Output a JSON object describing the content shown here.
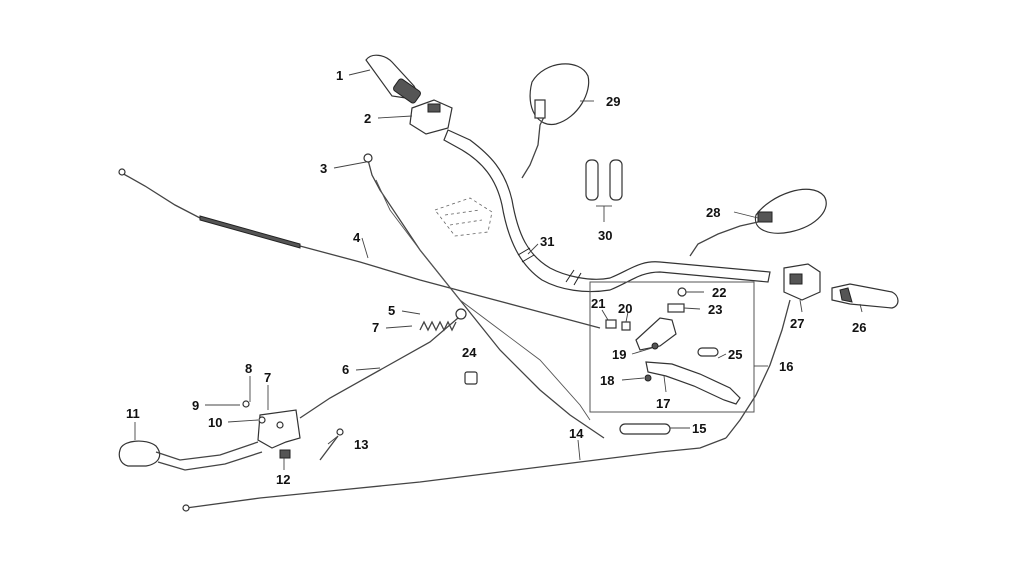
{
  "diagram": {
    "callouts": [
      {
        "id": "1",
        "label": "1"
      },
      {
        "id": "2",
        "label": "2"
      },
      {
        "id": "3",
        "label": "3"
      },
      {
        "id": "4",
        "label": "4"
      },
      {
        "id": "5",
        "label": "5"
      },
      {
        "id": "6",
        "label": "6"
      },
      {
        "id": "7a",
        "label": "7"
      },
      {
        "id": "7b",
        "label": "7"
      },
      {
        "id": "8",
        "label": "8"
      },
      {
        "id": "9",
        "label": "9"
      },
      {
        "id": "10",
        "label": "10"
      },
      {
        "id": "11",
        "label": "11"
      },
      {
        "id": "12",
        "label": "12"
      },
      {
        "id": "13",
        "label": "13"
      },
      {
        "id": "14",
        "label": "14"
      },
      {
        "id": "15",
        "label": "15"
      },
      {
        "id": "16",
        "label": "16"
      },
      {
        "id": "17",
        "label": "17"
      },
      {
        "id": "18",
        "label": "18"
      },
      {
        "id": "19",
        "label": "19"
      },
      {
        "id": "20",
        "label": "20"
      },
      {
        "id": "21",
        "label": "21"
      },
      {
        "id": "22",
        "label": "22"
      },
      {
        "id": "23",
        "label": "23"
      },
      {
        "id": "24",
        "label": "24"
      },
      {
        "id": "25",
        "label": "25"
      },
      {
        "id": "26",
        "label": "26"
      },
      {
        "id": "27",
        "label": "27"
      },
      {
        "id": "28",
        "label": "28"
      },
      {
        "id": "29",
        "label": "29"
      },
      {
        "id": "30",
        "label": "30"
      },
      {
        "id": "31",
        "label": "31"
      }
    ]
  }
}
